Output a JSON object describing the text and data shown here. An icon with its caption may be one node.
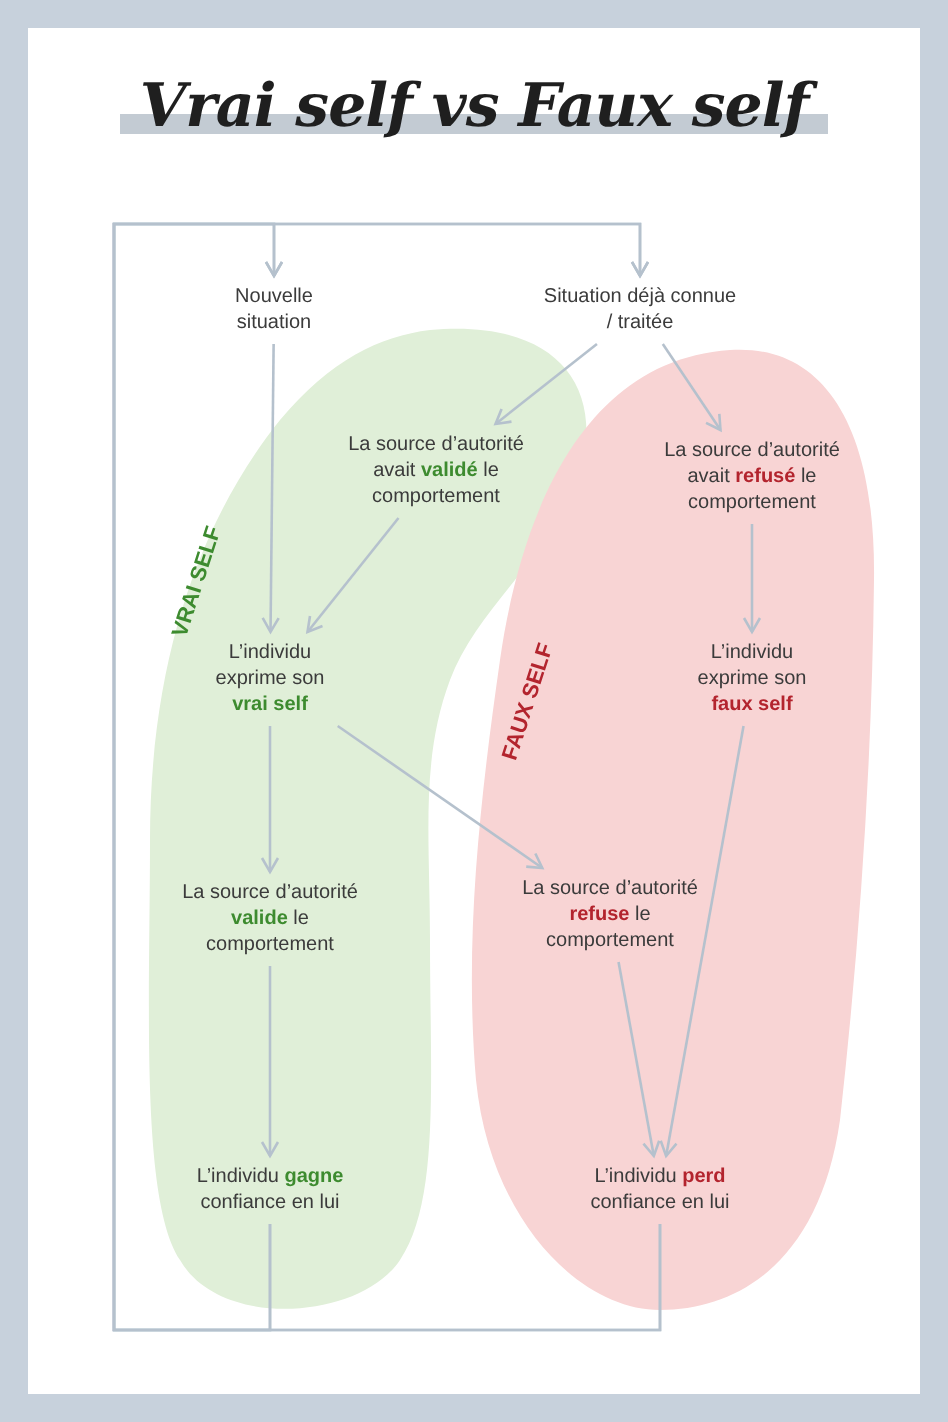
{
  "diagram": {
    "title": "Vrai self vs Faux self",
    "nodes": [
      {
        "text": [
          "VRAI SELF"
        ]
      },
      {
        "text": [
          "FAUX SELF"
        ]
      },
      {
        "text": [
          "Nouvelle situation"
        ]
      },
      {
        "text": [
          "Situation déjà connue / traitée"
        ]
      },
      {
        "text": [
          "La source d’autorité avait **validé** le comportement"
        ],
        "in": 0
      },
      {
        "text": [
          "La source d’autorité avait **refusé** le comportement"
        ],
        "in": 1
      },
      {
        "text": [
          "L’individu exprime son **vrai self**"
        ],
        "in": 0
      },
      {
        "text": [
          "L’individu exprime son **faux self**"
        ],
        "in": 1
      },
      {
        "text": [
          "La source d’autorité **valide** le comportement"
        ],
        "in": 0
      },
      {
        "text": [
          "La source d’autorité **refuse** le comportement"
        ],
        "in": 1
      },
      {
        "text": [
          "L’individu **gagne** confiance en lui"
        ],
        "in": 0
      },
      {
        "text": [
          "L’individu **perd** confiance en lui"
        ],
        "in": 1
      }
    ],
    "edges": [
      {
        "from": 2,
        "to": 6,
        "arrow": "to"
      },
      {
        "from": 3,
        "to": 4,
        "arrow": "to"
      },
      {
        "from": 3,
        "to": 5,
        "arrow": "to"
      },
      {
        "from": 4,
        "to": 6,
        "arrow": "to"
      },
      {
        "from": 5,
        "to": 7,
        "arrow": "to"
      },
      {
        "from": 6,
        "to": 8,
        "arrow": "to"
      },
      {
        "from": 6,
        "to": 9,
        "arrow": "to"
      },
      {
        "from": 8,
        "to": 10,
        "arrow": "to"
      },
      {
        "from": 9,
        "to": 11,
        "arrow": "to"
      },
      {
        "from": 7,
        "to": 11,
        "arrow": "to"
      },
      {
        "from": 10,
        "to": 2,
        "arrow": "to"
      },
      {
        "from": 10,
        "to": 3,
        "arrow": "to"
      },
      {
        "from": 11,
        "to": 2,
        "arrow": "to"
      },
      {
        "from": 11,
        "to": 3,
        "arrow": "to"
      }
    ]
  }
}
